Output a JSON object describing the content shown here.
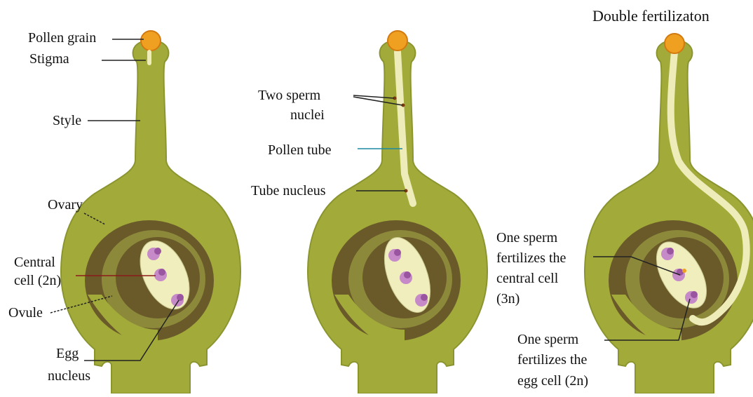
{
  "colors": {
    "pistil_body": "#a2ab3a",
    "pistil_outline": "#8b9530",
    "ovary_dark": "#6a5a2a",
    "ovary_ring_mid": "#8c8a3a",
    "embryo_sac": "#f0eebc",
    "pollen_tube": "#eeecb8",
    "pollen_grain": "#f0a020",
    "nucleus": "#c68ac8",
    "nucleus_dark": "#9a55a0",
    "label_text": "#111111",
    "leader_line": "#222222",
    "leader_line_red": "#8b1a1a"
  },
  "panels": [
    {
      "id": "pollination",
      "labels": {
        "pollen_grain": "Pollen grain",
        "stigma": "Stigma",
        "style": "Style",
        "ovary": "Ovary",
        "central_cell_line1": "Central",
        "central_cell_line2": "cell (2n)",
        "ovule": "Ovule",
        "egg_nucleus_line1": "Egg",
        "egg_nucleus_line2": "nucleus"
      }
    },
    {
      "id": "pollen-tube-growth",
      "labels": {
        "two_sperm_line1": "Two sperm",
        "two_sperm_line2": "nuclei",
        "pollen_tube": "Pollen tube",
        "tube_nucleus": "Tube nucleus"
      }
    },
    {
      "id": "double-fertilization",
      "labels": {
        "title": "Double fertilizaton",
        "central_line1": "One sperm",
        "central_line2": "fertilizes the",
        "central_line3": "central cell",
        "central_line4": "(3n)",
        "egg_line1": "One sperm",
        "egg_line2": "fertilizes the",
        "egg_line3": "egg cell (2n)"
      }
    }
  ]
}
